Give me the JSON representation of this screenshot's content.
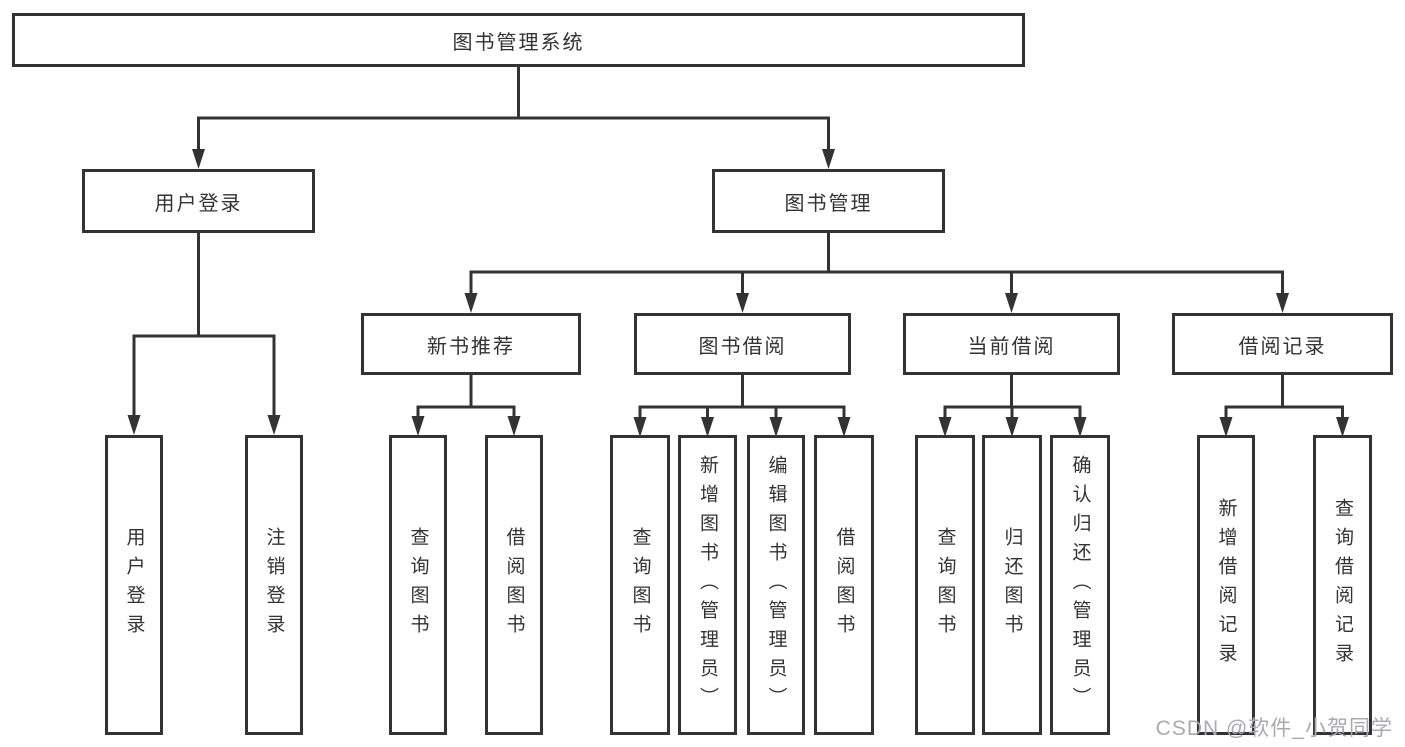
{
  "tree": {
    "label": "图书管理系统",
    "children": [
      {
        "label": "用户登录",
        "children": [
          {
            "label": "用户登录"
          },
          {
            "label": "注销登录"
          }
        ]
      },
      {
        "label": "图书管理",
        "children": [
          {
            "label": "新书推荐",
            "children": [
              {
                "label": "查询图书"
              },
              {
                "label": "借阅图书"
              }
            ]
          },
          {
            "label": "图书借阅",
            "children": [
              {
                "label": "查询图书"
              },
              {
                "label": "新增图书（管理员）"
              },
              {
                "label": "编辑图书（管理员）"
              },
              {
                "label": "借阅图书"
              }
            ]
          },
          {
            "label": "当前借阅",
            "children": [
              {
                "label": "查询图书"
              },
              {
                "label": "归还图书"
              },
              {
                "label": "确认归还（管理员）"
              }
            ]
          },
          {
            "label": "借阅记录",
            "children": [
              {
                "label": "新增借阅记录"
              },
              {
                "label": "查询借阅记录"
              }
            ]
          }
        ]
      }
    ]
  },
  "watermark": {
    "text": "CSDN @软件_小贺同学",
    "color": "#a9a9b0"
  },
  "colors": {
    "line": "#333333",
    "text": "#333333",
    "background": "#ffffff"
  }
}
